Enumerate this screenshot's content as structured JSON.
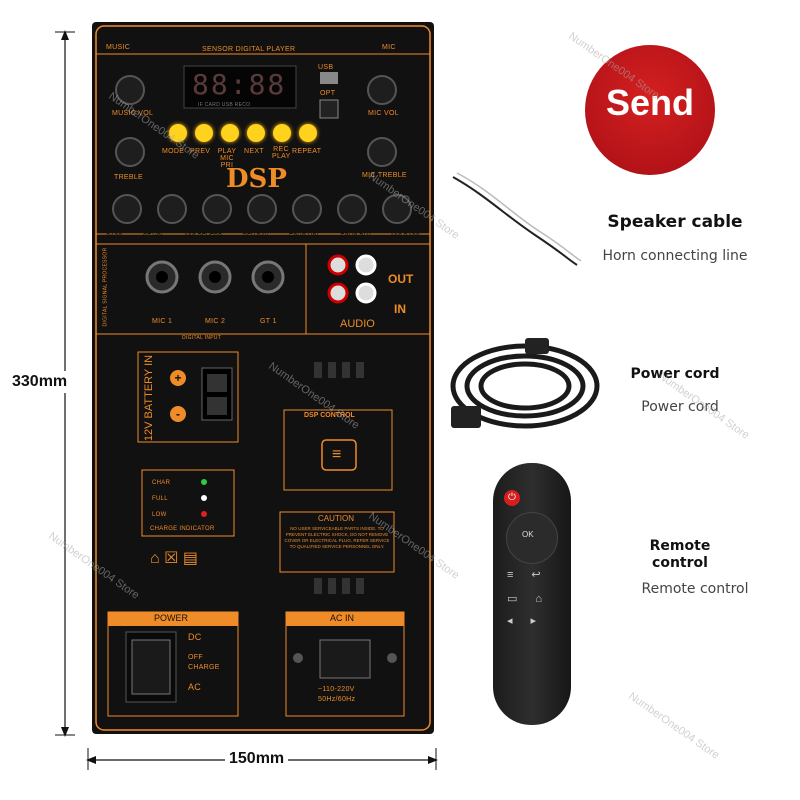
{
  "dimensions": {
    "height": "330mm",
    "width": "150mm"
  },
  "panel": {
    "top_labels": {
      "music": "MUSIC",
      "player": "SENSOR DIGITAL PLAYER",
      "mic": "MIC"
    },
    "display": "88:88",
    "display_sub": "IF  CARD  USB  RECO",
    "knobs": {
      "music_vol": "MUSIC VOL",
      "mic_vol": "MIC VOL",
      "treble": "TREBLE",
      "mic_treble": "MIC TREBLE"
    },
    "buttons": [
      "MODE",
      "PREV",
      "PLAY MIC PRI",
      "NEXT",
      "REC PLAY",
      "REPEAT"
    ],
    "usb_label": "USB",
    "opt_label": "OPT",
    "dsp": "DSP",
    "knob_row": [
      "BASS",
      "GT VOL",
      "MIC REVERB",
      "REV DAY",
      "ECHO VOL",
      "ECHO DLY",
      "MIC BASS"
    ],
    "side_text": "DIGITAL SIGNAL PROCESSOR",
    "inputs": [
      "MIC 1",
      "MIC 2",
      "GT 1"
    ],
    "digital_input": "DIGITAL INPUT",
    "audio": {
      "out": "OUT",
      "in": "IN",
      "label": "AUDIO"
    },
    "battery": {
      "label": "12V BATTERY IN",
      "plus": "+",
      "minus": "-"
    },
    "dsp_control": "DSP CONTROL",
    "charge": {
      "char": "CHAR",
      "full": "FULL",
      "low": "LOW",
      "indicator": "CHARGE INDICATOR"
    },
    "caution": {
      "title": "CAUTION",
      "body": "NO USER SERVICEABLE PARTS INSIDE. TO PREVENT ELECTRIC SHOCK, DO NOT REMOVE COVER OR ELECTRICAL PLUG. REFER SERVICE TO QUALIFIED SERVICE PERSONNEL ONLY."
    },
    "power": {
      "label": "POWER",
      "dc": "DC",
      "off": "OFF",
      "charge": "CHARGE",
      "ac": "AC"
    },
    "ac_in": {
      "label": "AC IN",
      "voltage": "~110-220V",
      "freq": "50Hz/60Hz"
    }
  },
  "accessories": {
    "badge": "Send",
    "speaker_cable": {
      "title": "Speaker cable",
      "subtitle": "Horn connecting line"
    },
    "power_cord": {
      "title": "Power cord",
      "subtitle": "Power cord"
    },
    "remote": {
      "title": "Remote control",
      "subtitle": "Remote control"
    }
  },
  "watermark": "NumberOne004 Store",
  "colors": {
    "accent": "#f08c28",
    "panel": "#111111",
    "badge": "#c8141e",
    "button": "#ffd21e"
  }
}
